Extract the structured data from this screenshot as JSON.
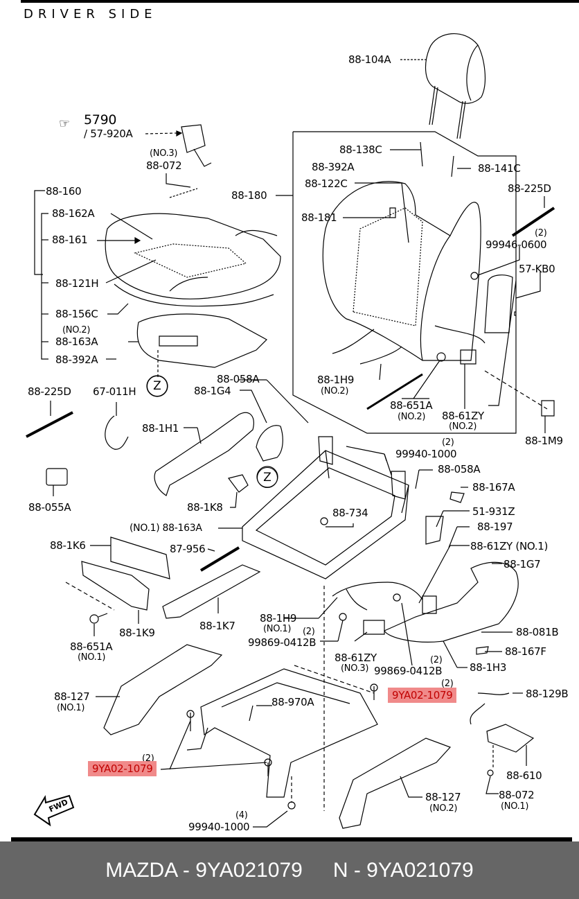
{
  "header": {
    "title": "DRIVER SIDE"
  },
  "reference": {
    "icon": "pointing-hand-icon",
    "group": "5790",
    "part": "/ 57-920A"
  },
  "labels": {
    "p88_104A": "88-104A",
    "p88_072_no3_qty": "(NO.3)",
    "p88_072_no3": "88-072",
    "p88_160": "88-160",
    "p88_162A": "88-162A",
    "p88_161": "88-161",
    "p88_121H": "88-121H",
    "p88_156C": "88-156C",
    "p88_163A_no2_qty": "(NO.2)",
    "p88_163A_no2": "88-163A",
    "p88_392A_a": "88-392A",
    "p88_180": "88-180",
    "p88_138C": "88-138C",
    "p88_392A_b": "88-392A",
    "p88_122C": "88-122C",
    "p88_181": "88-181",
    "p88_141C": "88-141C",
    "p88_225D_a": "88-225D",
    "p99946_qty": "(2)",
    "p99946_0600": "99946-0600",
    "p57_KB0": "57-KB0",
    "p88_1H9_no2": "88-1H9",
    "p88_1H9_no2_qty": "(NO.2)",
    "p88_651A_no2": "88-651A",
    "p88_651A_no2_qty": "(NO.2)",
    "p88_61ZY_no2": "88-61ZY",
    "p88_61ZY_no2_qty": "(NO.2)",
    "p88_1M9": "88-1M9",
    "p88_225D_b": "88-225D",
    "p67_011H": "67-011H",
    "zone_z": "Z",
    "p88_058A_a": "88-058A",
    "p88_1G4": "88-1G4",
    "p88_1H1": "88-1H1",
    "p88_055A": "88-055A",
    "p88_1K8": "88-1K8",
    "p88_163A_no1": "(NO.1) 88-163A",
    "p99940_qty_a": "(2)",
    "p99940_1000_a": "99940-1000",
    "p88_058A_b": "88-058A",
    "p88_167A": "88-167A",
    "p88_734": "88-734",
    "p51_931Z": "51-931Z",
    "p88_197": "88-197",
    "p88_61ZY_no1": "88-61ZY (NO.1)",
    "p88_1K6": "88-1K6",
    "p87_956": "87-956",
    "p88_1G7": "88-1G7",
    "p88_1K9": "88-1K9",
    "p88_1K7": "88-1K7",
    "p88_651A_no1": "88-651A",
    "p88_651A_no1_qty": "(NO.1)",
    "p88_1H9_no1": "88-1H9",
    "p88_1H9_no1_qty": "(NO.1)",
    "p99869_qty_a": "(2)",
    "p99869_0412B_a": "99869-0412B",
    "p88_61ZY_no3": "88-61ZY",
    "p88_61ZY_no3_qty": "(NO.3)",
    "p99869_0412B_b": "99869-0412B",
    "p99869_qty_b": "(2)",
    "p88_081B": "88-081B",
    "p88_167F": "88-167F",
    "p88_1H3": "88-1H3",
    "p88_127_no1": "88-127",
    "p88_127_no1_qty": "(NO.1)",
    "p88_970A": "88-970A",
    "p9YA_qty_a": "(2)",
    "p9YA_qty_b": "(2)",
    "p88_129B": "88-129B",
    "p88_610": "88-610",
    "p88_127_no2": "88-127",
    "p88_127_no2_qty": "(NO.2)",
    "p88_072_no1": "88-072",
    "p88_072_no1_qty": "(NO.1)",
    "p99940_qty_b": "(4)",
    "p99940_1000_b": "99940-1000",
    "fwd": "FWD"
  },
  "highlighted_part": {
    "number": "9YA02-1079",
    "quantity": "(2)",
    "highlight_color": "#f08a8a",
    "text_color": "#c00000"
  },
  "footer": {
    "brand_part": "MAZDA - 9YA021079",
    "alt_part": "N - 9YA021079",
    "background": "#666666"
  }
}
